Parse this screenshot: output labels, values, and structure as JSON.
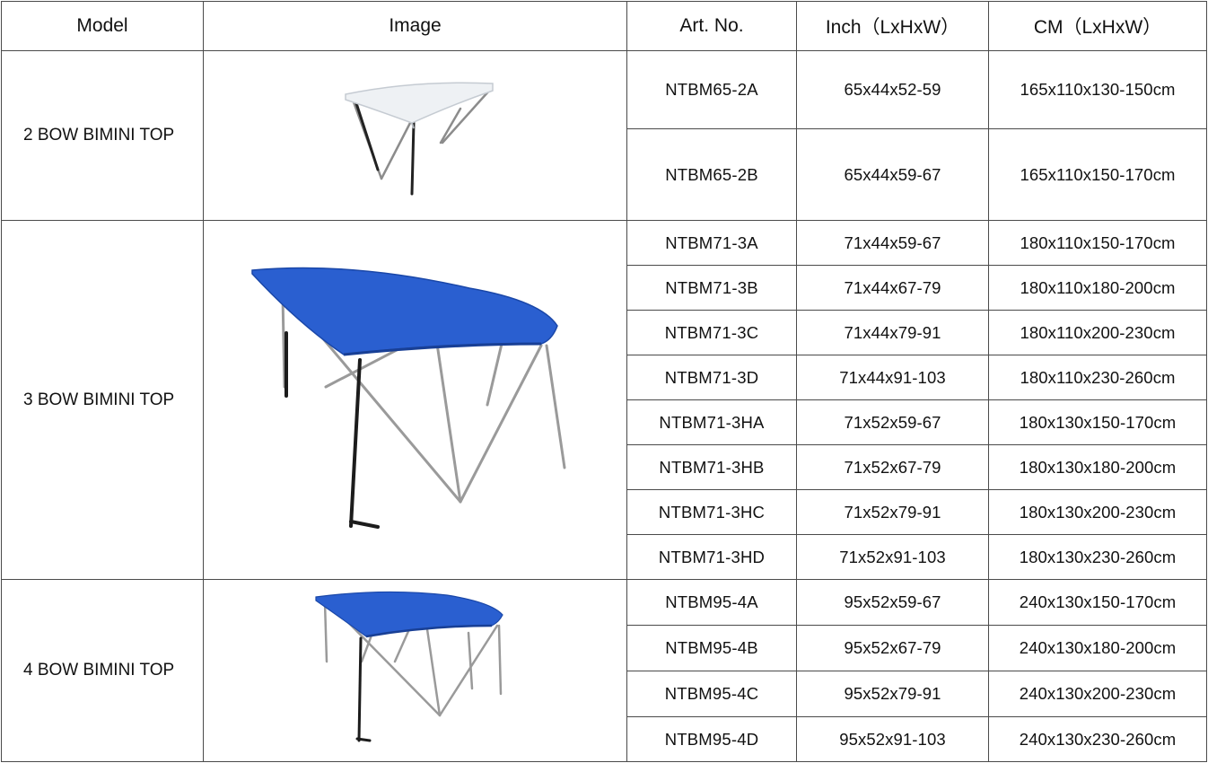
{
  "table": {
    "headers": {
      "model": "Model",
      "image": "Image",
      "art_no": "Art. No.",
      "inch": "Inch（LxHxW）",
      "cm": "CM（LxHxW）"
    },
    "groups": [
      {
        "model": "2 BOW BIMINI TOP",
        "image_icon": "white-2-bow-bimini-top-photo",
        "canopy_color": "#eef1f4",
        "rows": [
          {
            "art": "NTBM65-2A",
            "inch": "65x44x52-59",
            "cm": "165x110x130-150cm"
          },
          {
            "art": "NTBM65-2B",
            "inch": "65x44x59-67",
            "cm": "165x110x150-170cm"
          }
        ]
      },
      {
        "model": "3 BOW BIMINI TOP",
        "image_icon": "blue-3-bow-bimini-top-photo",
        "canopy_color": "#2a5fd0",
        "rows": [
          {
            "art": "NTBM71-3A",
            "inch": "71x44x59-67",
            "cm": "180x110x150-170cm"
          },
          {
            "art": "NTBM71-3B",
            "inch": "71x44x67-79",
            "cm": "180x110x180-200cm"
          },
          {
            "art": "NTBM71-3C",
            "inch": "71x44x79-91",
            "cm": "180x110x200-230cm"
          },
          {
            "art": "NTBM71-3D",
            "inch": "71x44x91-103",
            "cm": "180x110x230-260cm"
          },
          {
            "art": "NTBM71-3HA",
            "inch": "71x52x59-67",
            "cm": "180x130x150-170cm"
          },
          {
            "art": "NTBM71-3HB",
            "inch": "71x52x67-79",
            "cm": "180x130x180-200cm"
          },
          {
            "art": "NTBM71-3HC",
            "inch": "71x52x79-91",
            "cm": "180x130x200-230cm"
          },
          {
            "art": "NTBM71-3HD",
            "inch": "71x52x91-103",
            "cm": "180x130x230-260cm"
          }
        ]
      },
      {
        "model": "4 BOW BIMINI TOP",
        "image_icon": "blue-4-bow-bimini-top-photo",
        "canopy_color": "#2a5fd0",
        "rows": [
          {
            "art": "NTBM95-4A",
            "inch": "95x52x59-67",
            "cm": "240x130x150-170cm"
          },
          {
            "art": "NTBM95-4B",
            "inch": "95x52x67-79",
            "cm": "240x130x180-200cm"
          },
          {
            "art": "NTBM95-4C",
            "inch": "95x52x79-91",
            "cm": "240x130x200-230cm"
          },
          {
            "art": "NTBM95-4D",
            "inch": "95x52x91-103",
            "cm": "240x130x230-260cm"
          }
        ]
      }
    ]
  }
}
